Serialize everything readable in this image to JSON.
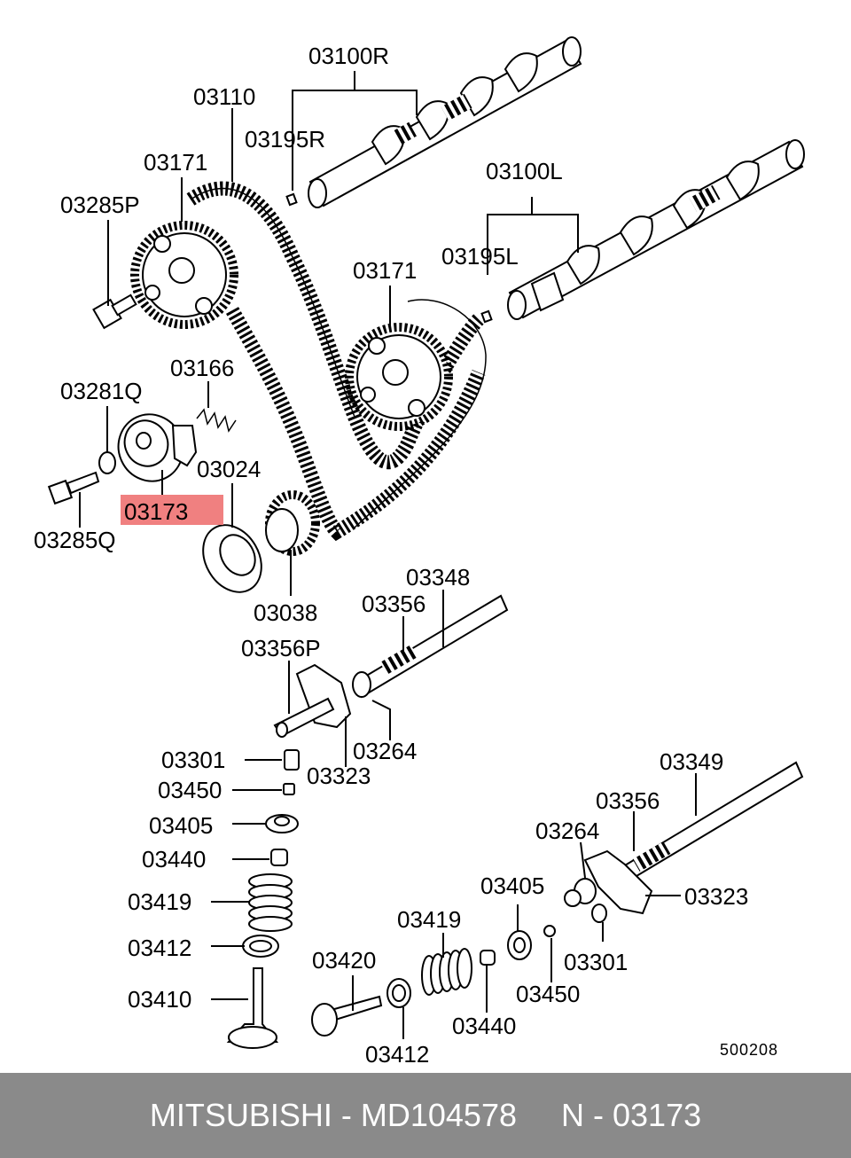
{
  "labels": {
    "l03100R": "03100R",
    "l03110": "03110",
    "l03195R": "03195R",
    "l03171a": "03171",
    "l03285P": "03285P",
    "l03100L": "03100L",
    "l03195L": "03195L",
    "l03171b": "03171",
    "l03166": "03166",
    "l03281Q": "03281Q",
    "l03024": "03024",
    "l03173": "03173",
    "l03285Q": "03285Q",
    "l03038": "03038",
    "l03348": "03348",
    "l03356a": "03356",
    "l03356P": "03356P",
    "l03264a": "03264",
    "l03323a": "03323",
    "l03301a": "03301",
    "l03450a": "03450",
    "l03405a": "03405",
    "l03440a": "03440",
    "l03419a": "03419",
    "l03412a": "03412",
    "l03410": "03410",
    "l03349": "03349",
    "l03356b": "03356",
    "l03264b": "03264",
    "l03323b": "03323",
    "l03405b": "03405",
    "l03419b": "03419",
    "l03420": "03420",
    "l03301b": "03301",
    "l03450b": "03450",
    "l03440b": "03440",
    "l03412b": "03412"
  },
  "diagram_code": "500208",
  "highlight_color": "#f08080",
  "footer": {
    "text": "MITSUBISHI - MD104578     N - 03173",
    "background": "#8a8a8a"
  }
}
